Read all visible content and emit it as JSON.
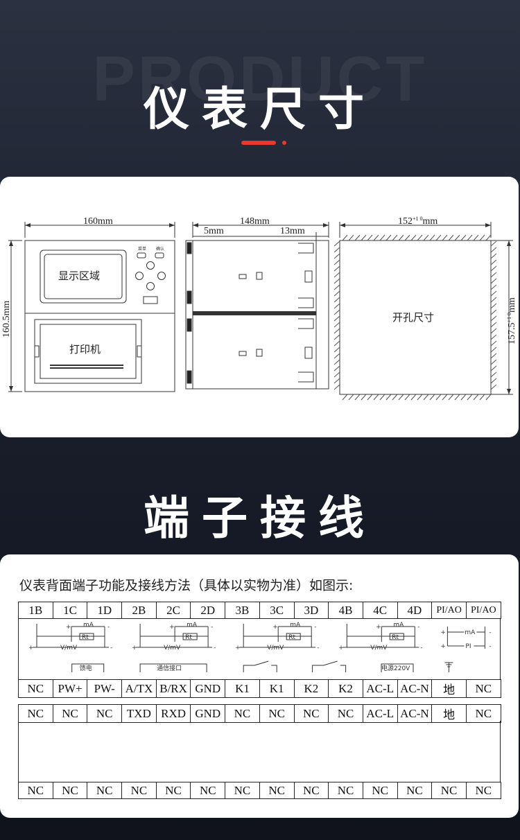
{
  "section1": {
    "bg_word": "PRODUCT",
    "title": "仪表尺寸"
  },
  "section2": {
    "title": "端子接线"
  },
  "colors": {
    "accent": "#e8392c",
    "background": "#1f2433"
  },
  "dims": {
    "front_width": "160mm",
    "front_height": "160.5mm",
    "side_depth": "148mm",
    "side_left": "5mm",
    "side_right": "13mm",
    "cutout_width": "152",
    "cutout_width_tol": "+1 0",
    "cutout_height": "157.5",
    "cutout_height_tol": "+1 0",
    "mm": "mm"
  },
  "front_panel": {
    "display_label": "显示区域",
    "printer_label": "打印机",
    "key_left_label": "菜单",
    "key_right_label": "确认"
  },
  "cutout_label": "开孔尺寸",
  "wiring": {
    "intro": "仪表背面端子功能及接线方法（具体以实物为准）如图示:",
    "top_row": [
      "1B",
      "1C",
      "1D",
      "2B",
      "2C",
      "2D",
      "3B",
      "3C",
      "3D",
      "4B",
      "4C",
      "4D",
      "PI/AO",
      "PI/AO"
    ],
    "channel_labels": {
      "ma": "mA",
      "rt": "Rt",
      "vmv": "V/mV",
      "pi": "PI",
      "plus": "+",
      "minus": "-"
    },
    "group_labels": {
      "feed": "馈电",
      "comm": "通信接口",
      "power": "电源220V"
    },
    "mid_row": [
      "NC",
      "PW+",
      "PW-",
      "A/TX",
      "B/RX",
      "GND",
      "K1",
      "K1",
      "K2",
      "K2",
      "AC-L",
      "AC-N",
      "地",
      "NC"
    ],
    "lower_row1": [
      "NC",
      "NC",
      "NC",
      "TXD",
      "RXD",
      "GND",
      "NC",
      "NC",
      "NC",
      "NC",
      "AC-L",
      "AC-N",
      "地",
      "NC"
    ],
    "lower_row2": [
      "NC",
      "NC",
      "NC",
      "NC",
      "NC",
      "NC",
      "NC",
      "NC",
      "NC",
      "NC",
      "NC",
      "NC",
      "NC",
      "NC"
    ]
  }
}
